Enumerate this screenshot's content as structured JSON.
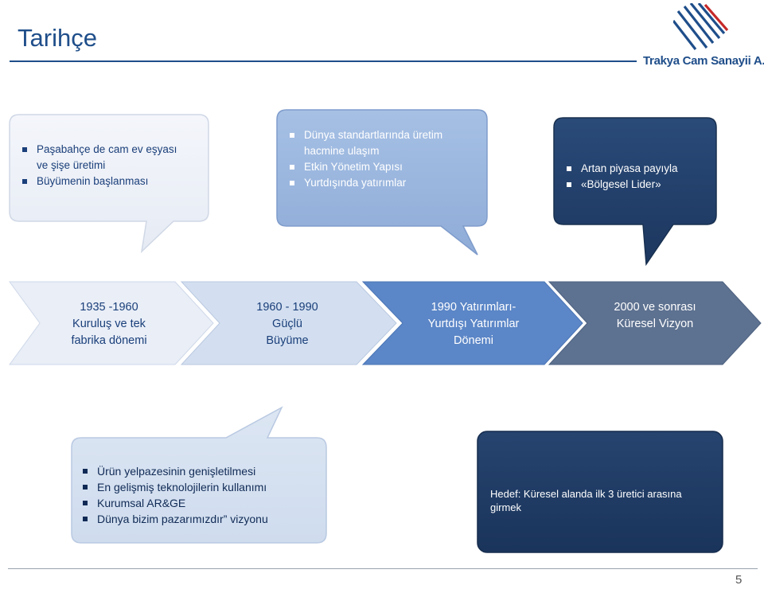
{
  "header": {
    "title": "Tarihçe",
    "logo_text": "Trakya Cam Sanayii A.Ş."
  },
  "bubbles_top": [
    {
      "items": [
        "Paşabahçe de cam ev eşyası",
        "ve  şişe üretimi",
        "Büyümenin başlanması"
      ]
    },
    {
      "items": [
        "Dünya standartlarında üretim",
        "hacmine ulaşım",
        "Etkin Yönetim Yapısı",
        "Yurtdışında yatırımlar"
      ]
    },
    {
      "items": [
        "Artan piyasa payıyla",
        "«Bölgesel Lider»"
      ]
    }
  ],
  "timeline": [
    {
      "lines": [
        "1935 -1960",
        "Kuruluş ve tek",
        "fabrika dönemi"
      ]
    },
    {
      "lines": [
        "1960 - 1990",
        "Güçlü",
        "Büyüme"
      ]
    },
    {
      "lines": [
        "1990 Yatırımları-",
        "Yurtdışı Yatırımlar",
        "Dönemi"
      ]
    },
    {
      "lines": [
        "2000 ve sonrası",
        "Küresel Vizyon"
      ]
    }
  ],
  "bubbles_bottom": [
    {
      "items": [
        "Ürün yelpazesinin genişletilmesi",
        "En gelişmiş teknolojilerin kullanımı",
        "Kurumsal AR&GE",
        " Dünya bizim pazarımızdır” vizyonu"
      ]
    },
    {
      "text": [
        "Hedef: Küresel alanda ilk 3 üretici arasına",
        "girmek"
      ]
    }
  ],
  "footer": {
    "page_number": "5"
  },
  "colors": {
    "title_blue": "#1f4e8a",
    "bubble_light": "#eef2f8",
    "bubble_mid": "#9bb7de",
    "bubble_dark": "#1f3d66",
    "arrow_1": "#e9eef7",
    "arrow_2": "#d3dff0",
    "arrow_3": "#5b86c7",
    "arrow_4": "#5d7190"
  }
}
